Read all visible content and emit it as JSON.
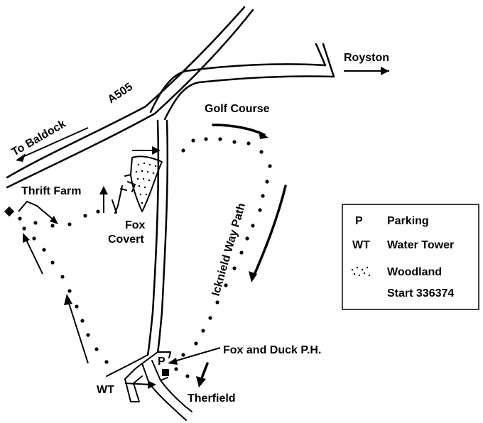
{
  "labels": {
    "royston": "Royston",
    "a505": "A505",
    "to_baldock": "To Baldock",
    "golf_course": "Golf Course",
    "thrift_farm": "Thrift Farm",
    "fox_covert_1": "Fox",
    "fox_covert_2": "Covert",
    "icknield_way_path": "Icknield Way Path",
    "fox_and_duck": "Fox and Duck P.H.",
    "wt": "WT",
    "therfield": "Therfield"
  },
  "legend": {
    "items": [
      {
        "symbol": "P",
        "label": "Parking"
      },
      {
        "symbol": "WT",
        "label": "Water Tower"
      },
      {
        "symbol": "woodland-dots",
        "label": "Woodland"
      }
    ],
    "start": "Start 336374"
  },
  "colors": {
    "ink": "#000000",
    "paper": "#ffffff"
  }
}
